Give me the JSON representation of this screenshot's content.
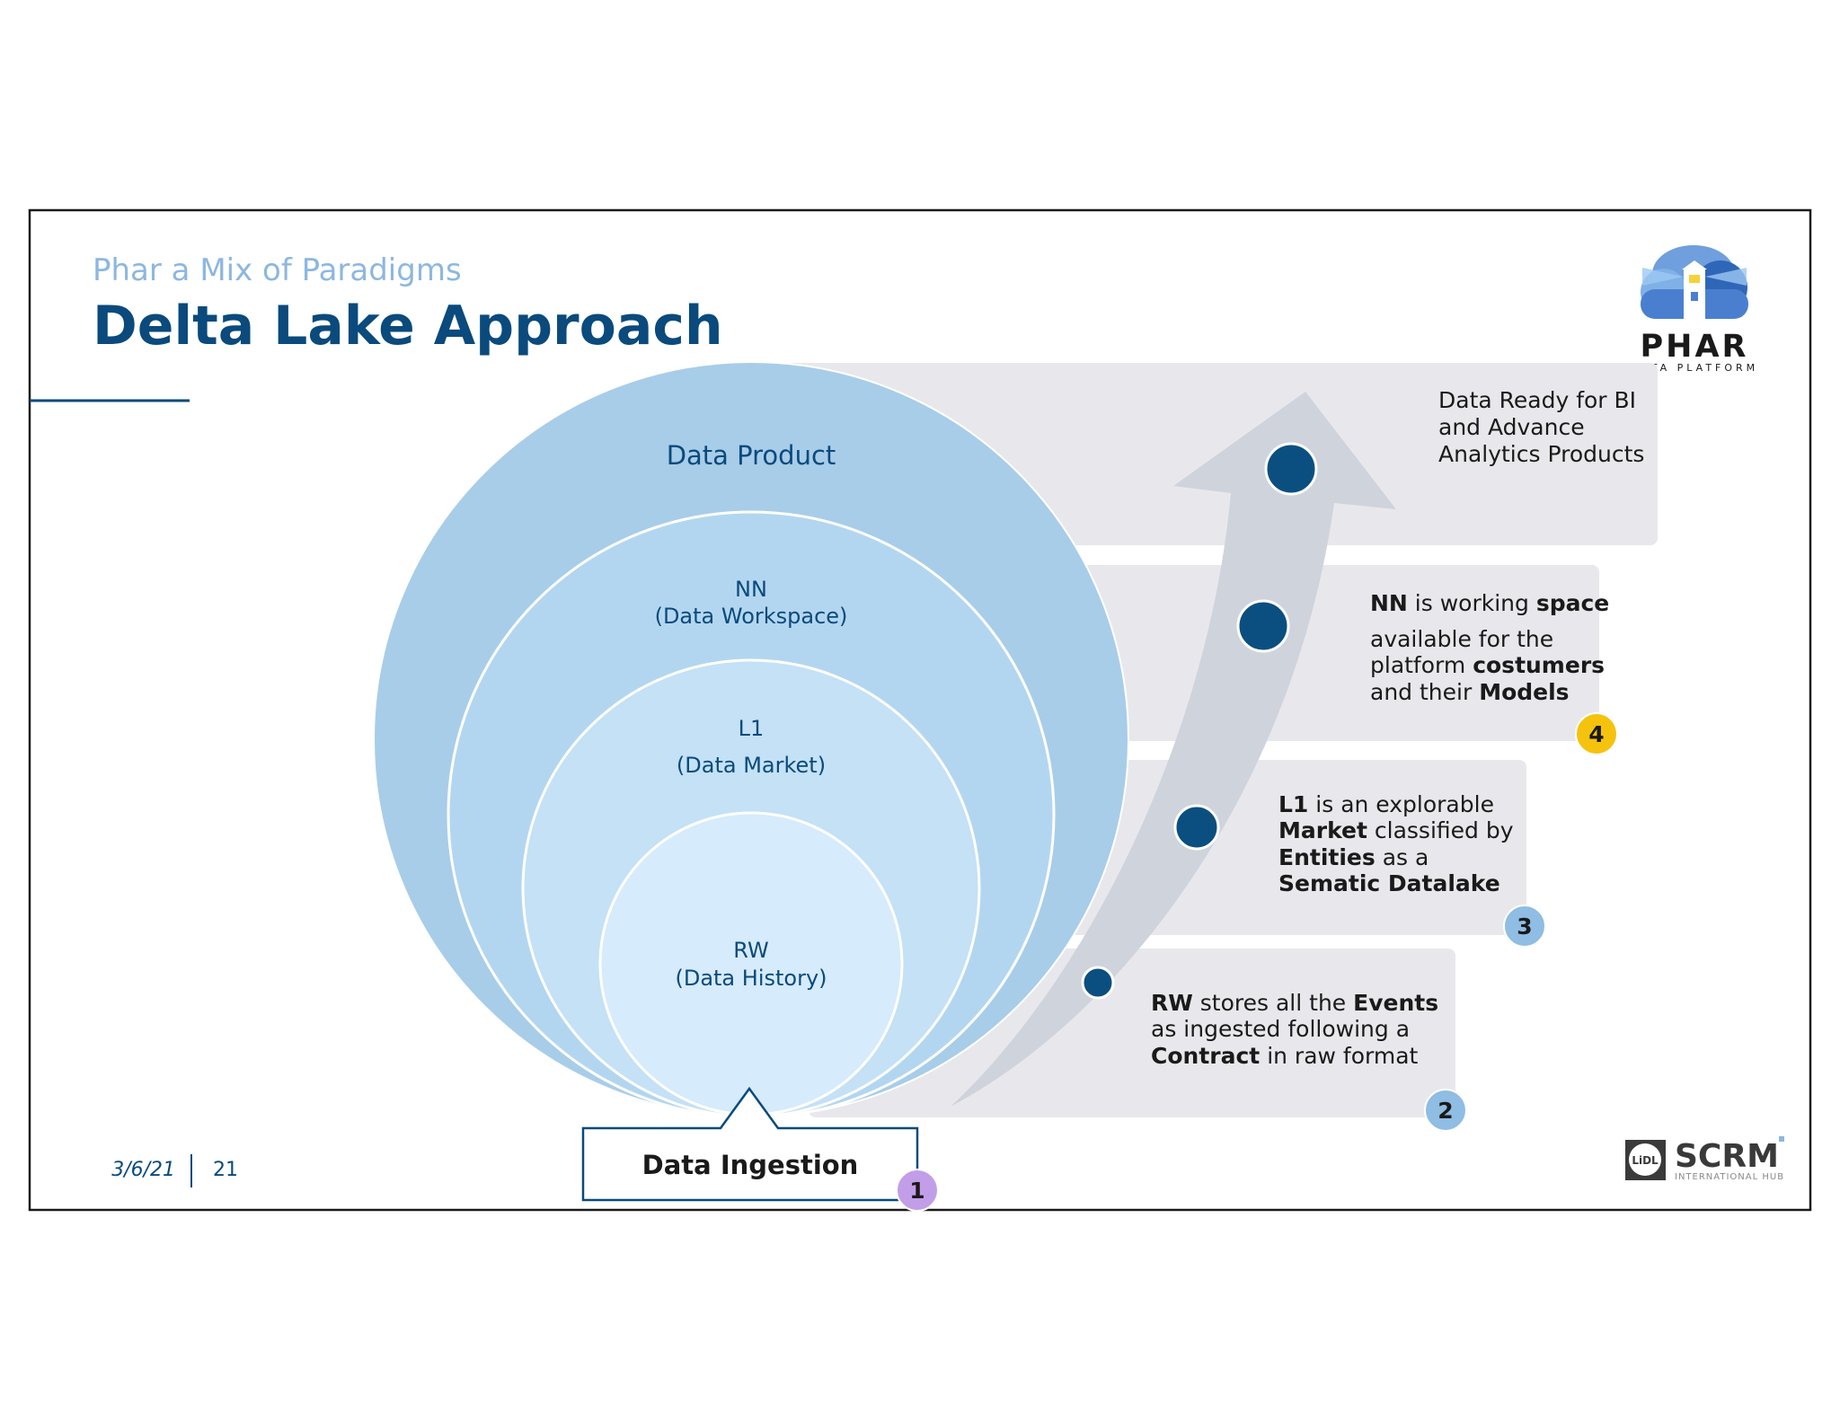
{
  "slide": {
    "subtitle": "Phar a Mix of Paradigms",
    "title": "Delta Lake Approach"
  },
  "footer": {
    "date": "3/6/21",
    "page_number": "21"
  },
  "logo_phar": {
    "name": "PHAR",
    "tagline": "DATA PLATFORM"
  },
  "logo_lidl": {
    "badge": "LiDL",
    "name": "SCRM",
    "tagline": "INTERNATIONAL HUB"
  },
  "circles": {
    "data_product": "Data Product",
    "nn": {
      "line1": "NN",
      "line2": "(Data Workspace)"
    },
    "l1": {
      "line1": "L1",
      "line2": "(Data Market)"
    },
    "rw": {
      "line1": "RW",
      "line2": "(Data History)"
    }
  },
  "ingestion": {
    "label": "Data Ingestion",
    "badge": "1"
  },
  "panels": {
    "top": {
      "line1": "Data Ready for BI",
      "line2": "and Advance",
      "line3": "Analytics Products"
    },
    "nn": {
      "l1_b1": "NN",
      "l1_t1": " is working ",
      "l1_b2": "space",
      "l2": "available for the",
      "l3_t1": "platform ",
      "l3_b1": "costumers",
      "l4_t1": "and their ",
      "l4_b1": "Models",
      "badge": "4"
    },
    "l1": {
      "l1_b1": "L1",
      "l1_t1": " is an explorable",
      "l2_b1": "Market",
      "l2_t1": " classified by",
      "l3_b1": "Entities",
      "l3_t1": " as a",
      "l4_b1": "Sematic Datalake",
      "badge": "3"
    },
    "rw": {
      "l1_b1": "RW",
      "l1_t1": " stores all the ",
      "l1_b2": "Events",
      "l2": "as ingested following a",
      "l3_b1": "Contract",
      "l3_t1": " in raw format",
      "badge": "2"
    }
  },
  "colors": {
    "title": "#0a4a7c",
    "subtitle": "#8db7e0",
    "circle_outer": "#a8cde9",
    "circle_nn": "#b3d6f0",
    "circle_l1": "#c4e1f6",
    "circle_rw": "#d6ebfb",
    "panel": "#e8e8ec",
    "arrow": "#cfd3dc",
    "dot": "#0b4f80",
    "badge_1": "#c29ee8",
    "badge_2": "#8fbde3",
    "badge_3": "#8fbde3",
    "badge_4": "#f5c20e"
  }
}
